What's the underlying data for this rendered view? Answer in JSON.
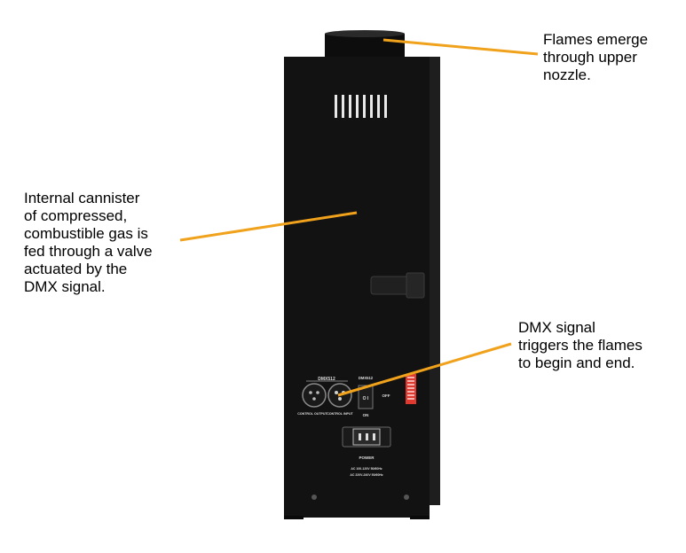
{
  "annotations": {
    "nozzle": "Flames emerge\nthrough upper\nnozzle.",
    "cannister": "Internal cannister\nof compressed,\ncombustible gas is\nfed through a valve\nactuated by the\nDMX signal.",
    "dmx": "DMX signal\ntriggers the flames\nto begin and end."
  },
  "panel": {
    "dmx_in_label": "DMX512",
    "control_output": "CONTROL OUTPUT",
    "control_input": "CONTROL INPUT",
    "dmx_switch_label": "DMX512",
    "switch_marks": "O I",
    "on_label": "ON",
    "off_label": "OFF",
    "power_label": "POWER",
    "spec_line_1": "AC 100-120V 50/60Hz",
    "spec_line_2": "AC 220V-240V 50/60Hz"
  },
  "colors": {
    "leader": "#f0a21c",
    "housing": "#121212",
    "dip": "#e0392f"
  }
}
